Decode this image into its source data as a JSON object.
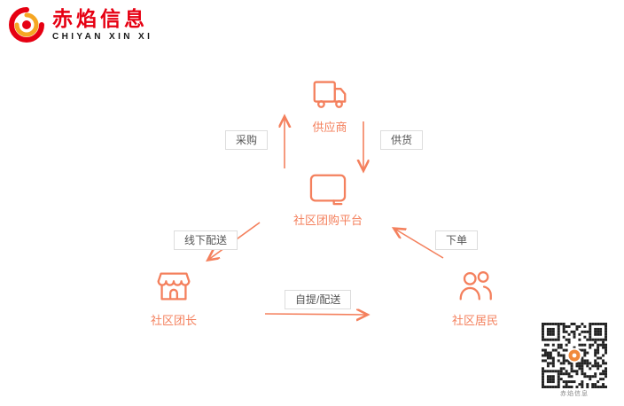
{
  "brand": {
    "name": "赤焰信息",
    "subtitle": "CHIYAN XIN XI",
    "color": "#E60012"
  },
  "diagram": {
    "accent": "#F4805D",
    "nodes": [
      {
        "id": "supplier",
        "label": "供应商"
      },
      {
        "id": "platform",
        "label": "社区团购平台"
      },
      {
        "id": "leader",
        "label": "社区团长"
      },
      {
        "id": "residents",
        "label": "社区居民"
      }
    ],
    "edges": [
      {
        "id": "purchase",
        "label": "采购",
        "from": "社区团购平台",
        "to": "供应商"
      },
      {
        "id": "supply",
        "label": "供货",
        "from": "供应商",
        "to": "社区团购平台"
      },
      {
        "id": "offline-delivery",
        "label": "线下配送",
        "from": "社区团购平台",
        "to": "社区团长"
      },
      {
        "id": "place-order",
        "label": "下单",
        "from": "社区居民",
        "to": "社区团购平台"
      },
      {
        "id": "pickup-delivery",
        "label": "自提/配送",
        "from": "社区团长",
        "to": "社区居民"
      }
    ]
  },
  "qr": {
    "caption": "赤焰信息"
  }
}
